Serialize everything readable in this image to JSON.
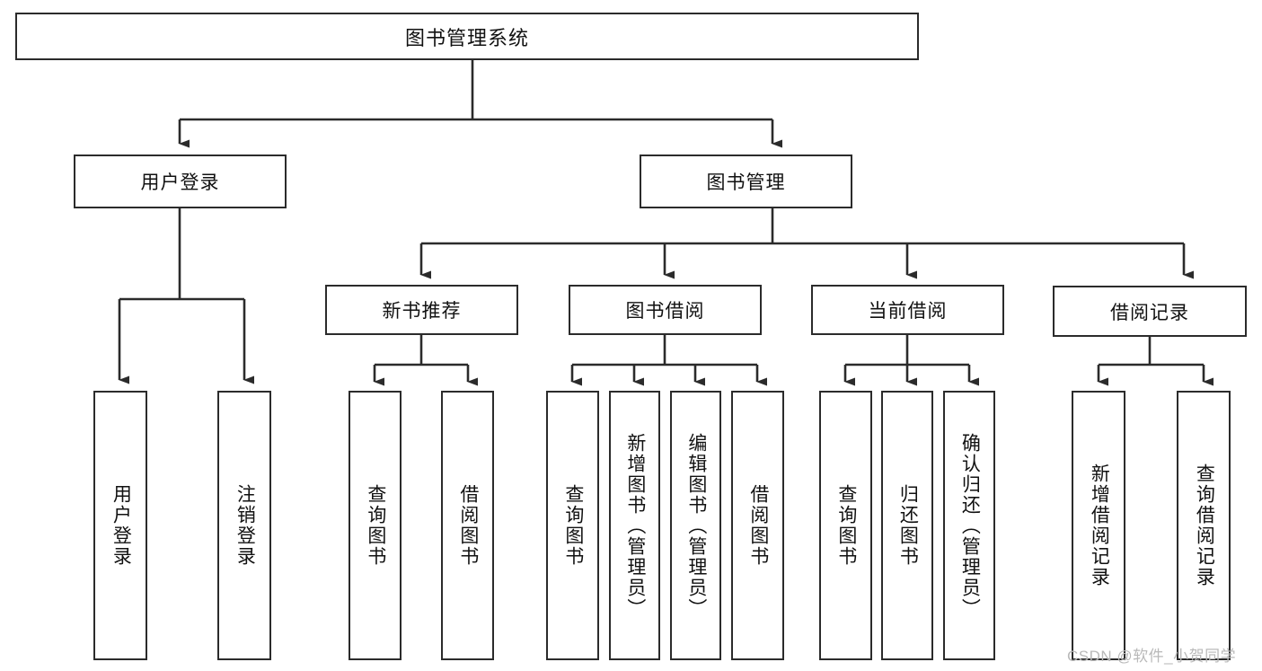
{
  "diagram": {
    "type": "tree-hierarchy",
    "title": "图书管理系统",
    "watermark": "CSDN @软件_小贺同学",
    "colors": {
      "stroke": "#2b2b2b",
      "fill": "#ffffff",
      "text": "#111111",
      "watermark": "#b9b9b9"
    },
    "root": {
      "label": "图书管理系统"
    },
    "level2": [
      {
        "id": "user-login",
        "label": "用户登录"
      },
      {
        "id": "book-manage",
        "label": "图书管理"
      }
    ],
    "level3": [
      {
        "id": "new-book-recommend",
        "label": "新书推荐",
        "parent": "book-manage"
      },
      {
        "id": "book-borrow",
        "label": "图书借阅",
        "parent": "book-manage"
      },
      {
        "id": "current-borrow",
        "label": "当前借阅",
        "parent": "book-manage"
      },
      {
        "id": "borrow-record",
        "label": "借阅记录",
        "parent": "book-manage"
      }
    ],
    "leaves": [
      {
        "id": "leaf-user-login",
        "label": "用户登录",
        "parent": "user-login"
      },
      {
        "id": "leaf-logout-login",
        "label": "注销登录",
        "parent": "user-login"
      },
      {
        "id": "leaf-query-book-1",
        "label": "查询图书",
        "parent": "new-book-recommend"
      },
      {
        "id": "leaf-borrow-book-1",
        "label": "借阅图书",
        "parent": "new-book-recommend"
      },
      {
        "id": "leaf-query-book-2",
        "label": "查询图书",
        "parent": "book-borrow"
      },
      {
        "id": "leaf-add-book",
        "label": "新增图书（管理员）",
        "parent": "book-borrow"
      },
      {
        "id": "leaf-edit-book",
        "label": "编辑图书（管理员）",
        "parent": "book-borrow"
      },
      {
        "id": "leaf-borrow-book-2",
        "label": "借阅图书",
        "parent": "book-borrow"
      },
      {
        "id": "leaf-query-book-3",
        "label": "查询图书",
        "parent": "current-borrow"
      },
      {
        "id": "leaf-return-book",
        "label": "归还图书",
        "parent": "current-borrow"
      },
      {
        "id": "leaf-confirm-return",
        "label": "确认归还（管理员）",
        "parent": "current-borrow"
      },
      {
        "id": "leaf-add-record",
        "label": "新增借阅记录",
        "parent": "borrow-record"
      },
      {
        "id": "leaf-query-record",
        "label": "查询借阅记录",
        "parent": "borrow-record"
      }
    ]
  }
}
